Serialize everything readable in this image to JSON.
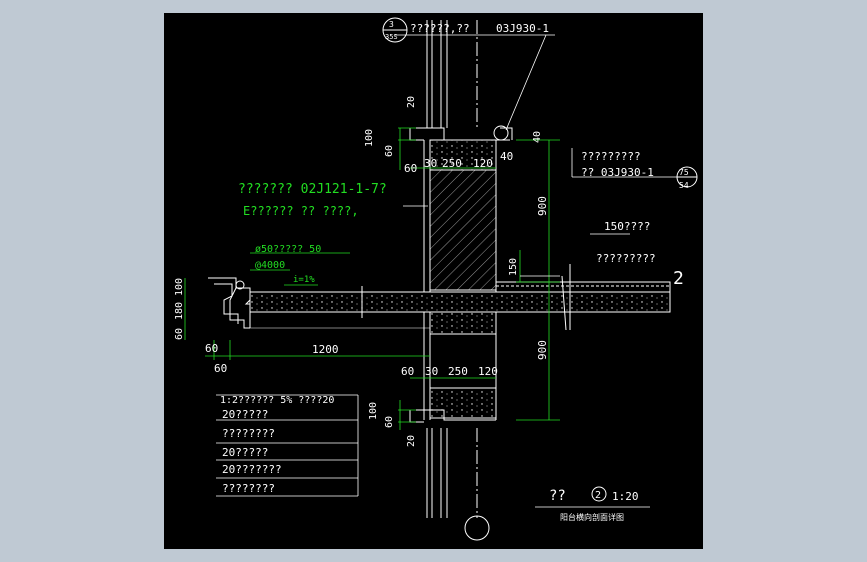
{
  "colors": {
    "background": "#000000",
    "outer": "#bfc9d3",
    "white": "#ffffff",
    "green": "#22dd22"
  },
  "top_callout": {
    "circle_top": "3",
    "circle_bottom": "35S",
    "text": "??????,??",
    "ref": "03J930-1"
  },
  "right_callout": {
    "line1": "?????????",
    "line2": "??  03J930-1",
    "circle_top": "75",
    "circle_bottom": "54",
    "note150": "150????",
    "note_slab": "?????????",
    "axis": "2"
  },
  "green_notes": {
    "line1": "???????   02J121-1-7?",
    "line2": "E??????  ?? ????,",
    "pipe1": "ø50?????   50",
    "pipe2": "@4000",
    "slope": "i=1%"
  },
  "dims": {
    "top_20": "20",
    "top_100": "100",
    "top_60": "60",
    "top_60b": "60",
    "top_30": "30",
    "top_250": "250",
    "top_120": "120",
    "top_40a": "40",
    "top_40b": "40",
    "h900a": "900",
    "h900b": "900",
    "h150": "150",
    "left_100": "100",
    "left_180": "180",
    "left_60": "60",
    "left_60a": "60",
    "left_60b": "60",
    "w1200": "1200",
    "bot_60": "60",
    "bot_30": "30",
    "bot_250": "250",
    "bot_120": "120",
    "bot_100": "100",
    "bot_60b": "60",
    "bot_20": "20"
  },
  "layers": [
    "1:2??????   5%  ????20",
    "20?????",
    "????????",
    "20?????",
    "20???????",
    "????????"
  ],
  "title": {
    "label": "??",
    "circle": "2",
    "scale": "1:20",
    "sub": "阳台横向剖面详图"
  }
}
